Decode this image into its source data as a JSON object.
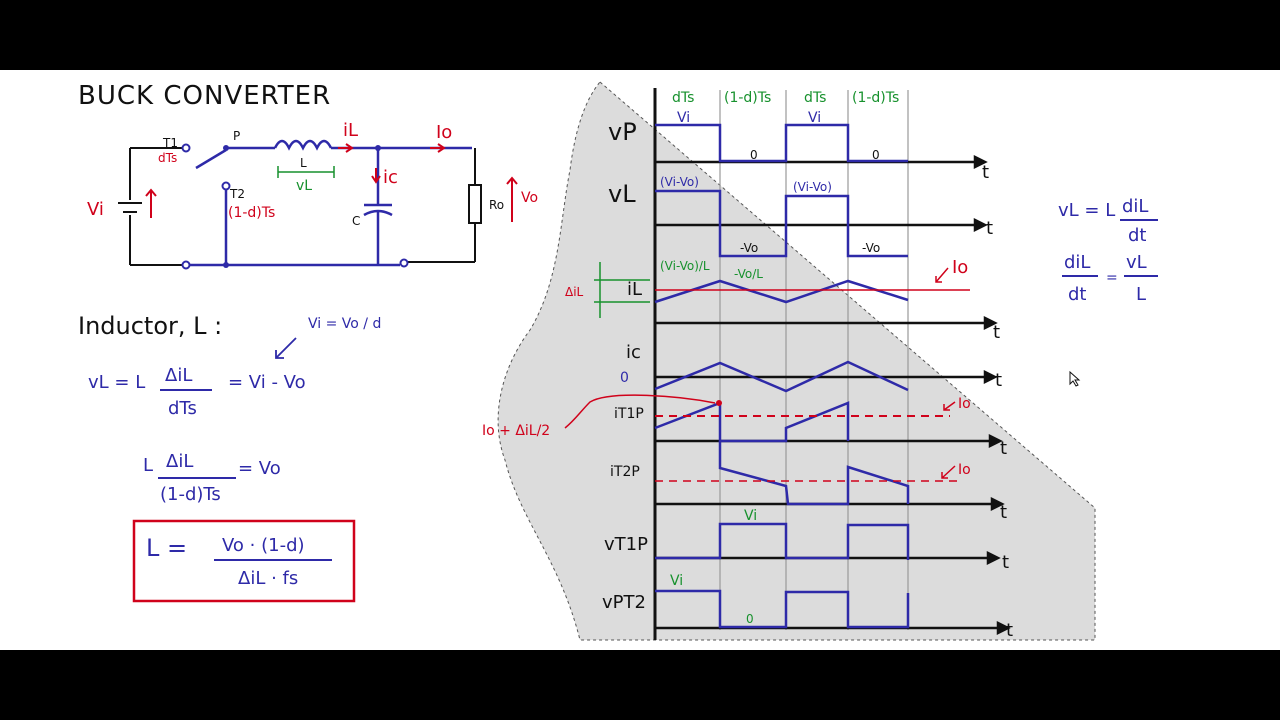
{
  "title": "BUCK CONVERTER",
  "circuit": {
    "t1": "T1",
    "t1_duty": "dTs",
    "p_node": "P",
    "t2": "T2",
    "t2_duty": "(1-d)Ts",
    "inductor": "L",
    "v_l": "vL",
    "i_l": "iL",
    "i_o": "Io",
    "i_c": "ic",
    "cap": "C",
    "v_i": "Vi",
    "r_o": "Ro",
    "v_o": "Vo"
  },
  "inductor_section": {
    "heading": "Inductor, L :",
    "vi_eq": "Vi = Vo / d",
    "eq1_lhs": "vL = L",
    "eq1_num": "ΔiL",
    "eq1_den": "dTs",
    "eq1_rhs": "= Vi - Vo",
    "eq2_lhs": "L",
    "eq2_num": "ΔiL",
    "eq2_den": "(1-d)Ts",
    "eq2_rhs": "= Vo",
    "box_lhs": "L =",
    "box_num": "Vo · (1-d)",
    "box_den": "ΔiL · fs"
  },
  "waveforms": {
    "intervals": [
      "dTs",
      "(1-d)Ts",
      "dTs",
      "(1-d)Ts"
    ],
    "t": "t",
    "labels": {
      "vp": "vP",
      "vl": "vL",
      "il": "iL",
      "ic": "ic",
      "it1p": "iT1P",
      "it2p": "iT2P",
      "vt1p": "vT1P",
      "vpt2": "vPT2"
    },
    "annotations": {
      "vp_high": "Vi",
      "vp_low": "0",
      "vl_high": "(Vi-Vo)",
      "vl_low": "-Vo",
      "il_up_slope": "(Vi-Vo)/L",
      "il_down_slope": "-Vo/L",
      "io": "Io",
      "delta_il": "ΔiL",
      "ic_zero": "0",
      "peak_label": "Io + ΔiL/2",
      "vt1p_level": "Vi",
      "vpt2_high": "Vi",
      "vpt2_low": "0"
    }
  },
  "right_eqs": {
    "eq1_lhs": "vL = L",
    "eq1_num": "diL",
    "eq1_den": "dt",
    "eq2_num": "diL",
    "eq2_den": "dt",
    "eq2_eq": "=",
    "eq2_rnum": "vL",
    "eq2_rden": "L"
  },
  "colors": {
    "ink": "#111111",
    "red": "#d0021b",
    "blue": "#2e2aa8",
    "green": "#17912d",
    "shade": "#dcdcdc"
  }
}
